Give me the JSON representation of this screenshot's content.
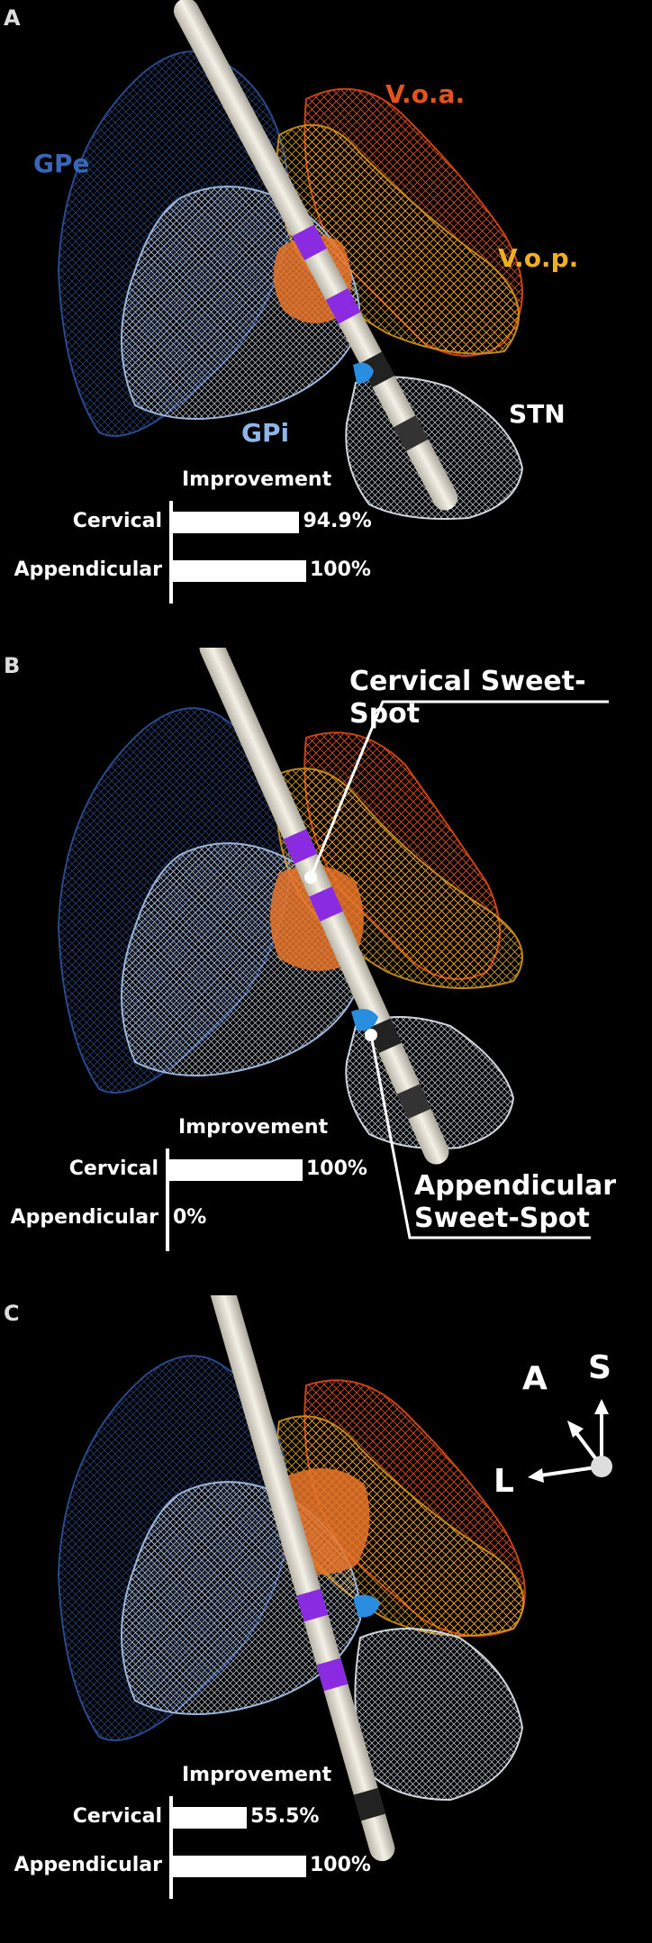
{
  "panels": [
    {
      "letter": "A",
      "improvement": {
        "title": "Improvement",
        "rows": [
          {
            "label": "Cervical",
            "value": 94.9,
            "text": "94.9%"
          },
          {
            "label": "Appendicular",
            "value": 100,
            "text": "100%"
          }
        ]
      }
    },
    {
      "letter": "B",
      "improvement": {
        "title": "Improvement",
        "rows": [
          {
            "label": "Cervical",
            "value": 100,
            "text": "100%"
          },
          {
            "label": "Appendicular",
            "value": 0,
            "text": "0%"
          }
        ]
      }
    },
    {
      "letter": "C",
      "improvement": {
        "title": "Improvement",
        "rows": [
          {
            "label": "Cervical",
            "value": 55.5,
            "text": "55.5%"
          },
          {
            "label": "Appendicular",
            "value": 100,
            "text": "100%"
          }
        ]
      }
    }
  ],
  "structures": {
    "gpe": "GPe",
    "gpi": "GPi",
    "voa": "V.o.a.",
    "vop": "V.o.p.",
    "stn": "STN"
  },
  "callouts": {
    "cervical_line1": "Cervical Sweet-Spot",
    "appendicular_line1": "Appendicular",
    "appendicular_line2": "Sweet-Spot"
  },
  "orientation": {
    "a": "A",
    "s": "S",
    "l": "L"
  },
  "colors": {
    "gpe": "#3a66b8",
    "gpi": "#8fb6e8",
    "voa": "#e2531e",
    "vop": "#f0b022",
    "stn": "#ffffff",
    "contact": "#8a2be2",
    "sweet_spot": "#e8742a",
    "app_spot": "#2a8ee0"
  }
}
